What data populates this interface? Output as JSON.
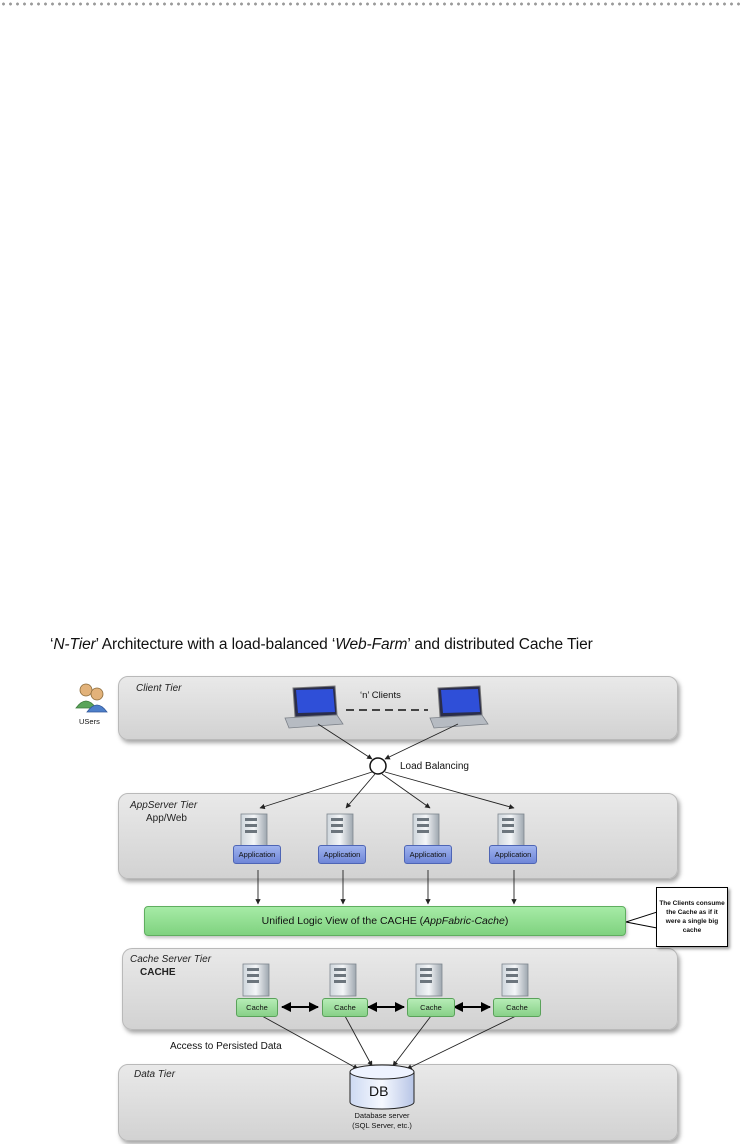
{
  "figure": {
    "title_parts": [
      {
        "text": "‘",
        "italic": false
      },
      {
        "text": "N-Tier",
        "italic": true
      },
      {
        "text": "’ Architecture with a load-balanced ‘",
        "italic": false
      },
      {
        "text": "Web-Farm",
        "italic": true
      },
      {
        "text": "’ and distributed Cache Tier",
        "italic": false
      }
    ]
  },
  "users_label": "USers",
  "client_tier": {
    "label": "Client Tier",
    "clients_label": "‘n’ Clients"
  },
  "load_balancing_label": "Load Balancing",
  "app_tier": {
    "label": "AppServer Tier",
    "sub": "App/Web",
    "servers": [
      {
        "label": "Application"
      },
      {
        "label": "Application"
      },
      {
        "label": "Application"
      },
      {
        "label": "Application"
      }
    ]
  },
  "unified": {
    "prefix": "Unified Logic View of the CACHE (",
    "italic": "AppFabric-Cache",
    "suffix": ")"
  },
  "callout": "The Clients consume the Cache as if it were a single big cache",
  "cache_tier": {
    "label": "Cache Server Tier",
    "sub": "CACHE",
    "servers": [
      {
        "label": "Cache"
      },
      {
        "label": "Cache"
      },
      {
        "label": "Cache"
      },
      {
        "label": "Cache"
      }
    ]
  },
  "access_label": "Access to Persisted Data",
  "data_tier": {
    "label": "Data Tier",
    "db_label": "DB",
    "db_caption_1": "Database server",
    "db_caption_2": "(SQL Server, etc.)"
  },
  "colors": {
    "app_pill": "#7d93e0",
    "cache_pill": "#92d692",
    "tier_panel": "#dcdcdc",
    "db_fill": "#e8f0ff"
  }
}
